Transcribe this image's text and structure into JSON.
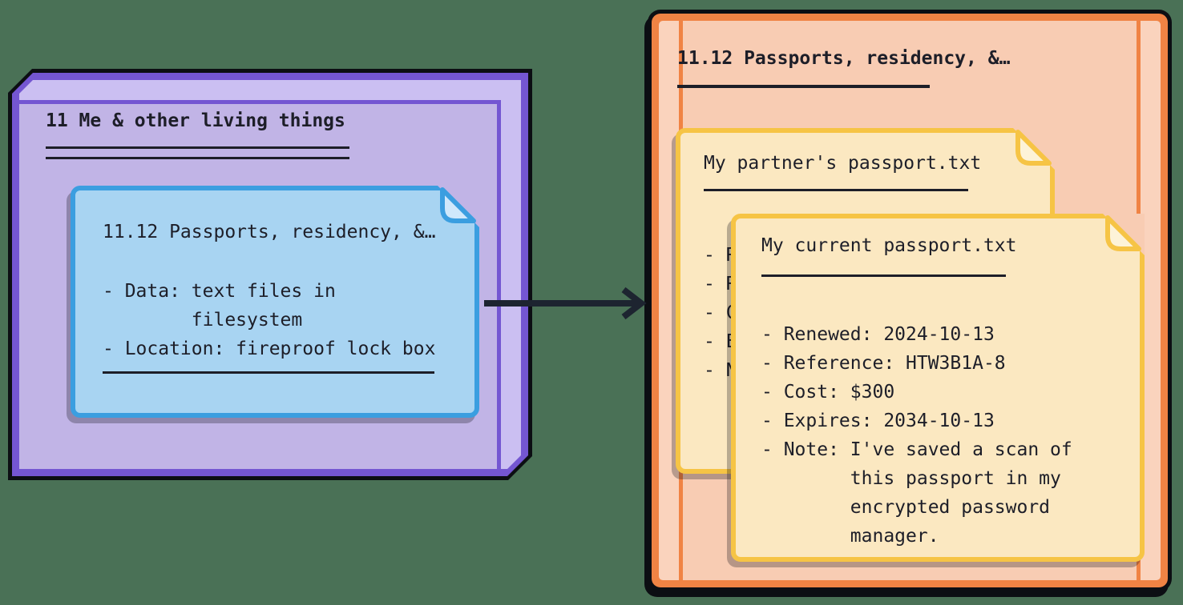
{
  "colors": {
    "background": "#4a7156",
    "outline": "#0c0e13",
    "text": "#1d1e28",
    "arrow": "#1d2430",
    "purple_border": "#7456d2",
    "purple_band": "#cbbff2",
    "purple_face": "#c1b4e6",
    "blue_note_border": "#3b9ee0",
    "blue_note_fill": "#a8d4f2",
    "blue_note_fold": "#cfe8fb",
    "orange_border": "#f08344",
    "orange_band": "#fad3bd",
    "orange_face": "#f8ccb3",
    "yellow_note_border": "#f6c445",
    "yellow_note_fill": "#fbe8c1",
    "yellow_note_fold": "#fdf3d8"
  },
  "left_box": {
    "title": "11 Me & other living things",
    "note": {
      "title": "11.12 Passports, residency, &…",
      "lines": [
        "- Data: text files in",
        "        filesystem",
        "- Location: fireproof lock box"
      ]
    }
  },
  "right_box": {
    "title": "11.12 Passports, residency, &…",
    "back_note": {
      "title": "My partner's passport.txt",
      "items_partial": [
        "- R",
        "- R",
        "- C",
        "- E",
        "- N"
      ]
    },
    "front_note": {
      "title": "My current passport.txt",
      "lines": [
        "- Renewed: 2024-10-13",
        "- Reference: HTW3B1A-8",
        "- Cost: $300",
        "- Expires: 2034-10-13",
        "- Note: I've saved a scan of",
        "        this passport in my",
        "        encrypted password",
        "        manager."
      ]
    }
  }
}
